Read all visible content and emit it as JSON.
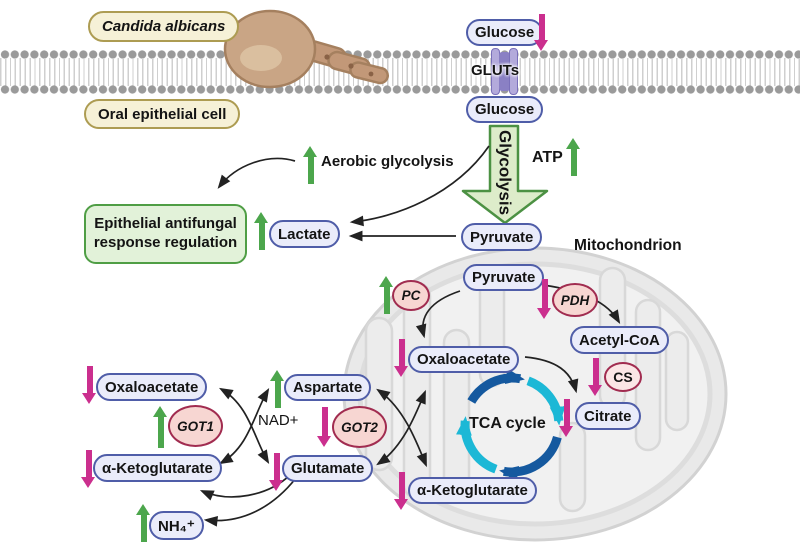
{
  "title": "Candida albicans / oral epithelial cell glucose metabolism diagram",
  "labels": {
    "candida": "Candida albicans",
    "oral_cell": "Oral epithelial cell",
    "glucose_top": "Glucose",
    "gluts": "GLUTs",
    "glucose_bottom": "Glucose",
    "glycolysis": "Glycolysis",
    "atp": "ATP",
    "aerobic": "Aerobic glycolysis",
    "response_line1": "Epithelial antifungal",
    "response_line2": "response regulation",
    "lactate": "Lactate",
    "pyruvate_out": "Pyruvate",
    "mitochondrion": "Mitochondrion",
    "pyruvate_in": "Pyruvate",
    "pc": "PC",
    "pdh": "PDH",
    "oxaloacetate_mito": "Oxaloacetate",
    "acetyl_coa": "Acetyl-CoA",
    "cs": "CS",
    "citrate": "Citrate",
    "tca": "TCA cycle",
    "akg_mito": "α-Ketoglutarate",
    "oxaloacetate_left": "Oxaloacetate",
    "got1": "GOT1",
    "akg_left": "α-Ketoglutarate",
    "nad": "NAD+",
    "aspartate": "Aspartate",
    "got2": "GOT2",
    "glutamate": "Glutamate",
    "nh4": "NH₄⁺"
  },
  "arrow_semantics": {
    "green_up_arrow": "increase",
    "magenta_down_arrow": "decrease",
    "increased": [
      "Aerobic glycolysis",
      "ATP",
      "Lactate",
      "PC",
      "GOT1",
      "Aspartate",
      "NH₄⁺"
    ],
    "decreased": [
      "Glucose",
      "PDH",
      "Oxaloacetate (mitochondrial)",
      "CS reaction",
      "Citrate",
      "Oxaloacetate (cytosolic)",
      "α-Ketoglutarate (cytosolic)",
      "GOT2",
      "Glutamate",
      "α-Ketoglutarate (mitochondrial)"
    ]
  },
  "colors": {
    "increase_green": "#4ca64c",
    "decrease_magenta": "#cb2f8e",
    "metabolite_border": "#4f5da8",
    "metabolite_fill": "#eaecfa",
    "enzyme_border": "#a12c50",
    "enzyme_fill": "#f7d6d2",
    "tag_border": "#ad9c52",
    "tag_fill": "#f6f1d7",
    "box_border": "#4f9e45",
    "box_fill": "#e2f2d9",
    "glycolysis_arrow_fill": "#ddecca",
    "glycolysis_arrow_border": "#4c9143",
    "tca_dark_blue": "#15599f",
    "tca_cyan": "#1cb8d6",
    "membrane_gray": "#9a9a9a",
    "glut_purple": "#8a80c4",
    "mitochondrion_gray": "#e9e9e9",
    "fungus_tan": "#c9a585"
  }
}
